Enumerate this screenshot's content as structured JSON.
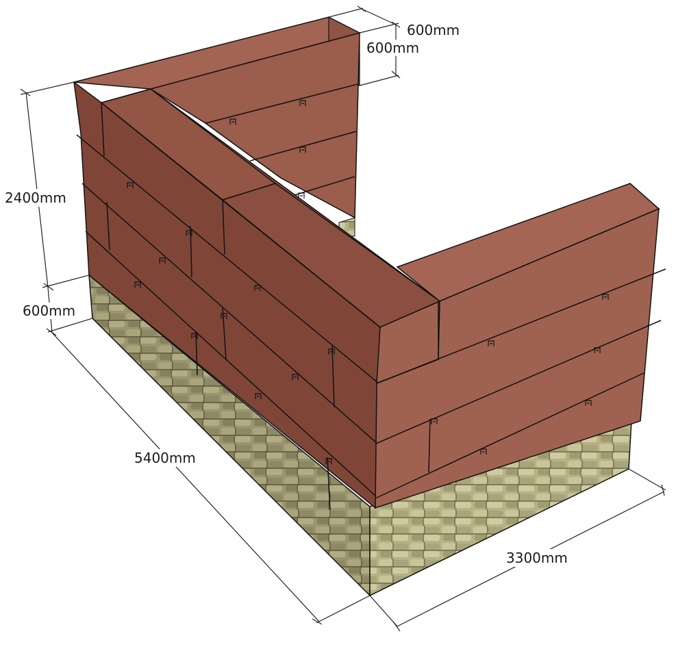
{
  "dimensions": {
    "top_width": "600mm",
    "top_width_2": "600mm",
    "wall_height": "2400mm",
    "foundation_height": "600mm",
    "long_side": "5400mm",
    "short_side": "3300mm"
  },
  "colors": {
    "block_top": "#a06250",
    "block_right": "#9c5e4e",
    "block_left": "#7f4638",
    "block_dark": "#6f3c30",
    "stone_base": "#b9b48a",
    "stone_dark": "#8d8a64",
    "stone_mortar": "#5e5a3e",
    "outline": "#111111"
  }
}
